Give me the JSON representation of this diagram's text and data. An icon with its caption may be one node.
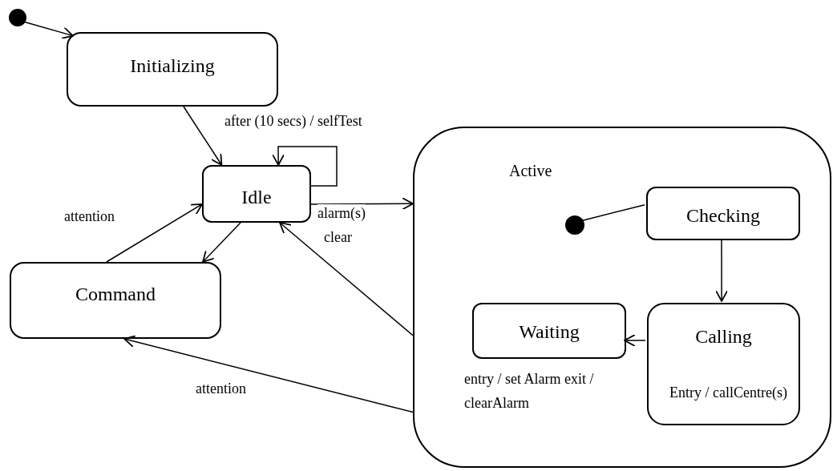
{
  "diagram": {
    "nodes": [
      {
        "text": [],
        "shape": "circle"
      },
      {
        "text": [
          "Initializing"
        ]
      },
      {
        "text": [
          "Idle"
        ]
      },
      {
        "text": [
          "Command"
        ]
      },
      {
        "text": [
          "Active",
          "entry / set Alarm exit / clearAlarm"
        ]
      },
      {
        "text": [],
        "shape": "circle",
        "in": 4
      },
      {
        "text": [
          "Checking"
        ],
        "in": 4
      },
      {
        "text": [
          "Waiting"
        ],
        "in": 4
      },
      {
        "text": [
          "Calling",
          "Entry / callCentre(s)"
        ],
        "in": 4
      }
    ],
    "edges": [
      {
        "from": 0,
        "to": 1,
        "arrow": "to"
      },
      {
        "from": 1,
        "to": 2,
        "arrow": "to"
      },
      {
        "from": 2,
        "to": 2,
        "arrow": "to",
        "label": "after (10 secs) / selfTest"
      },
      {
        "from": 2,
        "to": 4,
        "arrow": "to",
        "label": "alarm(s)"
      },
      {
        "from": 3,
        "to": 2,
        "arrow": "to",
        "label": "attention"
      },
      {
        "from": 2,
        "to": 3,
        "arrow": "to"
      },
      {
        "from": 4,
        "to": 2,
        "arrow": "to",
        "label": "clear"
      },
      {
        "from": 4,
        "to": 3,
        "arrow": "to",
        "label": "attention"
      },
      {
        "from": 5,
        "to": 6,
        "arrow": "none"
      },
      {
        "from": 6,
        "to": 8,
        "arrow": "to"
      },
      {
        "from": 8,
        "to": 7,
        "arrow": "to"
      }
    ]
  }
}
